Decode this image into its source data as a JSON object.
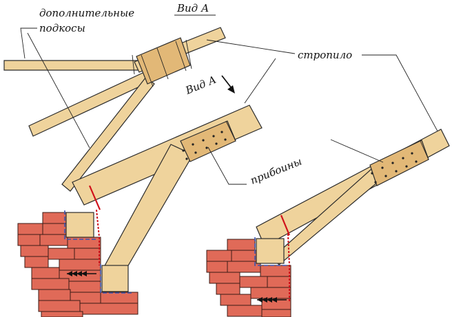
{
  "labels": {
    "extra_braces_line1": "дополнительные",
    "extra_braces_line2": "подкосы",
    "view_a_title": "Вид А",
    "view_a_arrow": "Вид А",
    "rafter": "стропило",
    "boards": "прибоины"
  },
  "colors": {
    "wood": "#efd39c",
    "wood_shadow": "#e2b877",
    "brick": "#e06a58",
    "mortar": "#3a1a14",
    "red_marker": "#d0101a",
    "blue_marker": "#3a55b0",
    "ink": "#111111"
  }
}
